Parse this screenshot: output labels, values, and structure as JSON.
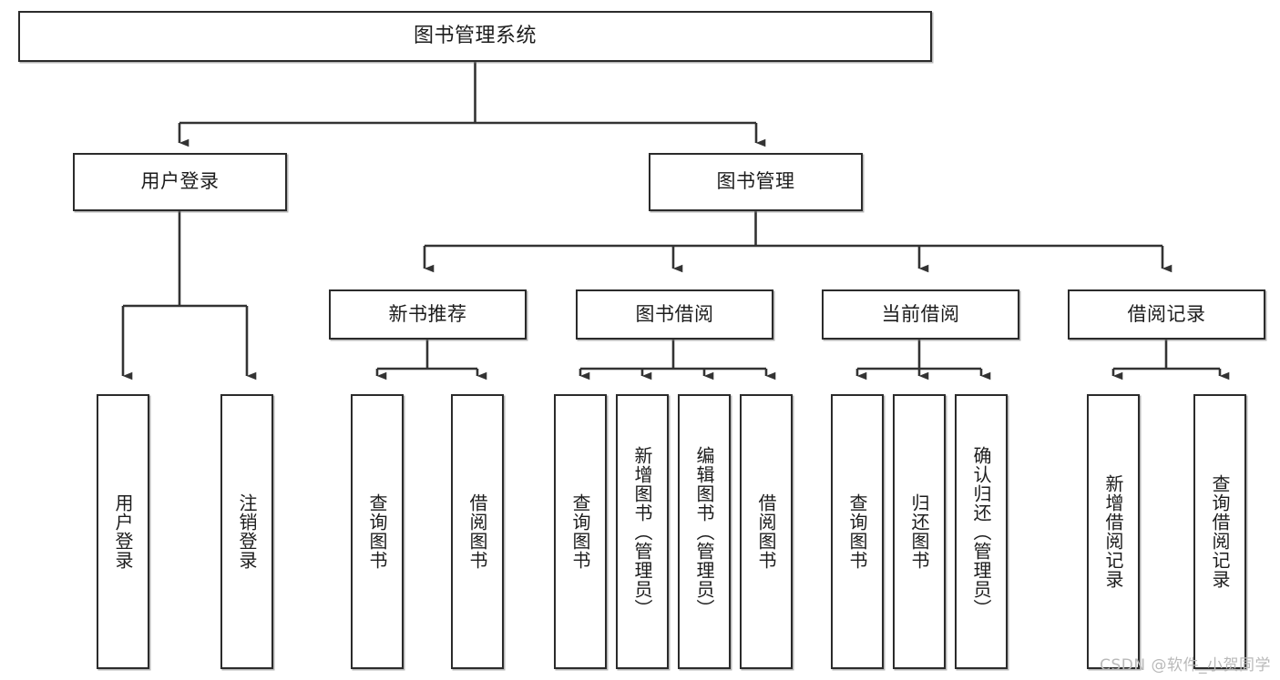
{
  "diagram": {
    "type": "tree-hierarchy-chart",
    "title": "图书管理系统",
    "orientation": "top-down",
    "colors": {
      "box_border": "#2b2b2b",
      "box_fill": "#ffffff",
      "connector": "#333333",
      "text": "#1c1c1c",
      "watermark": "#b9b9b9"
    },
    "levels": [
      {
        "level": 1,
        "nodes": [
          {
            "id": "root",
            "label": "图书管理系统",
            "orientation": "horizontal"
          }
        ]
      },
      {
        "level": 2,
        "nodes": [
          {
            "id": "login",
            "label": "用户登录",
            "orientation": "horizontal",
            "parent": "root"
          },
          {
            "id": "bookmgmt",
            "label": "图书管理",
            "orientation": "horizontal",
            "parent": "root"
          }
        ]
      },
      {
        "level": 3,
        "nodes": [
          {
            "id": "newbook",
            "label": "新书推荐",
            "orientation": "horizontal",
            "parent": "bookmgmt"
          },
          {
            "id": "borrow",
            "label": "图书借阅",
            "orientation": "horizontal",
            "parent": "bookmgmt"
          },
          {
            "id": "current",
            "label": "当前借阅",
            "orientation": "horizontal",
            "parent": "bookmgmt"
          },
          {
            "id": "records",
            "label": "借阅记录",
            "orientation": "horizontal",
            "parent": "bookmgmt"
          }
        ]
      },
      {
        "level": 4,
        "nodes": [
          {
            "id": "leaf-user-login",
            "label": "用户登录",
            "orientation": "vertical",
            "parent": "login"
          },
          {
            "id": "leaf-user-logout",
            "label": "注销登录",
            "orientation": "vertical",
            "parent": "login"
          },
          {
            "id": "leaf-query-book-1",
            "label": "查询图书",
            "orientation": "vertical",
            "parent": "newbook"
          },
          {
            "id": "leaf-borrow-book-1",
            "label": "借阅图书",
            "orientation": "vertical",
            "parent": "newbook"
          },
          {
            "id": "leaf-query-book-2",
            "label": "查询图书",
            "orientation": "vertical",
            "parent": "borrow"
          },
          {
            "id": "leaf-add-book",
            "label": "新增图书（管理员）",
            "orientation": "vertical",
            "parent": "borrow"
          },
          {
            "id": "leaf-edit-book",
            "label": "编辑图书（管理员）",
            "orientation": "vertical",
            "parent": "borrow"
          },
          {
            "id": "leaf-borrow-book-2",
            "label": "借阅图书",
            "orientation": "vertical",
            "parent": "borrow"
          },
          {
            "id": "leaf-query-book-3",
            "label": "查询图书",
            "orientation": "vertical",
            "parent": "current"
          },
          {
            "id": "leaf-return-book",
            "label": "归还图书",
            "orientation": "vertical",
            "parent": "current"
          },
          {
            "id": "leaf-confirm-return",
            "label": "确认归还（管理员）",
            "orientation": "vertical",
            "parent": "current"
          },
          {
            "id": "leaf-add-record",
            "label": "新增借阅记录",
            "orientation": "vertical",
            "parent": "records"
          },
          {
            "id": "leaf-query-record",
            "label": "查询借阅记录",
            "orientation": "vertical",
            "parent": "records"
          }
        ]
      }
    ]
  },
  "watermark": {
    "text": "CSDN @软件_小贺同学"
  }
}
